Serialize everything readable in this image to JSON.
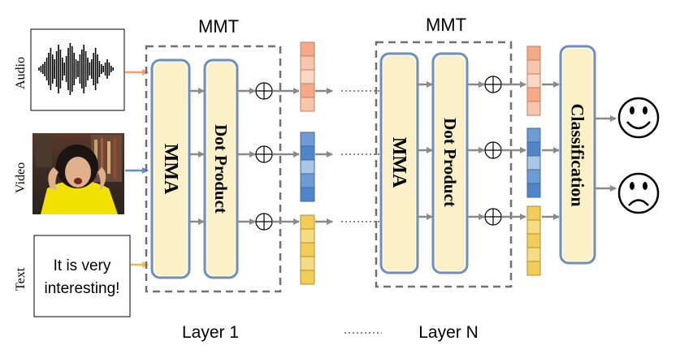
{
  "diagram": {
    "mmt_label_1": "MMT",
    "mmt_label_2": "MMT",
    "mma_label": "MMA",
    "dot_product_label": "Dot Product",
    "classification_label": "Classification",
    "layer1_label": "Layer 1",
    "layerN_label": "Layer N",
    "inputs": {
      "audio": "Audio",
      "video": "Video",
      "text": "Text",
      "text_box_line1": "It is very",
      "text_box_line2": "interesting!"
    },
    "outputs": {
      "positive": "happy-face-icon",
      "negative": "sad-face-icon"
    },
    "colors": {
      "audio": "#f0b48c",
      "video": "#7aa6d6",
      "text": "#f3d37a",
      "block_fill": "#fbf0c8",
      "block_stroke": "#6f8fbf",
      "arrow": "#8a8a8a",
      "dashed": "#707070"
    }
  }
}
